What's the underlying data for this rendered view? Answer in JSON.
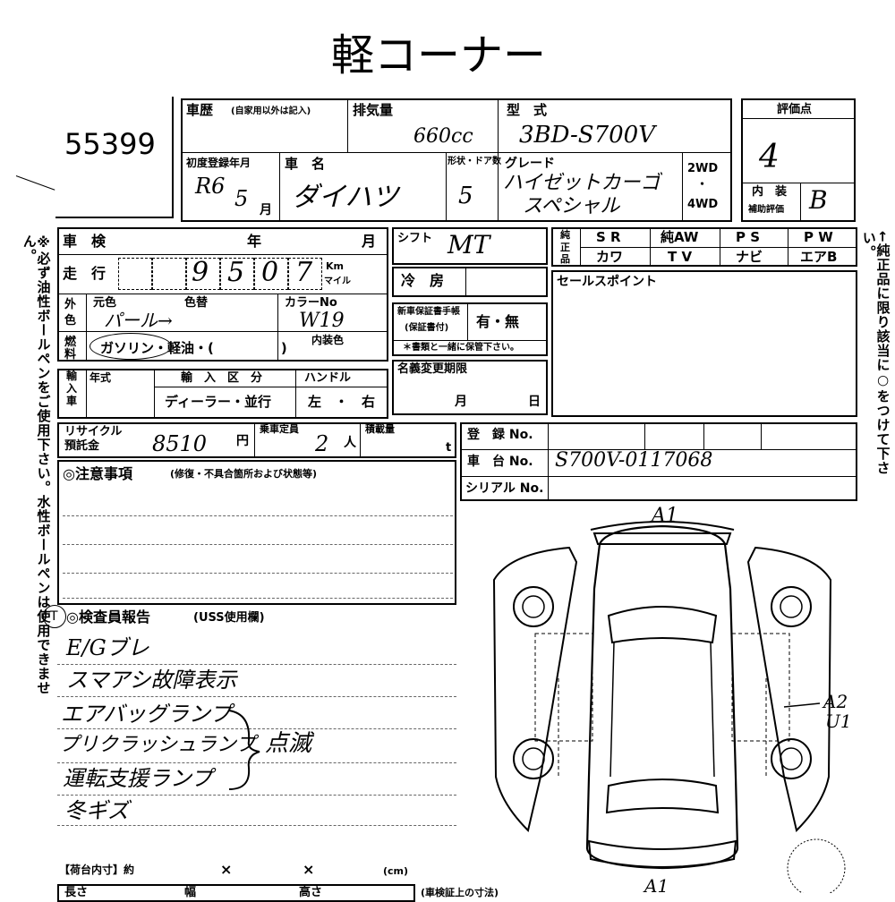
{
  "title": "軽コーナー",
  "lot_number": "55399",
  "header": {
    "history_label": "車歴",
    "history_note": "(自家用以外は記入)",
    "displacement_label": "排気量",
    "displacement_value": "660cc",
    "model_label": "型　式",
    "model_value": "3BD-S700V",
    "score_label": "評価点",
    "score_value": "4",
    "first_reg_label": "初度登録年月",
    "first_reg_era": "R6",
    "first_reg_month": "5",
    "month_unit": "月",
    "car_name_label": "車　名",
    "car_name_value": "ダイハツ",
    "doors_label": "形状・ドア数",
    "doors_value": "5",
    "grade_label": "グレード",
    "grade_value_1": "ハイゼットカーゴ",
    "grade_value_2": "スペシャル",
    "drive_2wd": "2WD",
    "drive_dot": "・",
    "drive_4wd": "4WD",
    "interior_label": "内　装",
    "interior_sub": "補助評価",
    "interior_value": "B"
  },
  "shaken": {
    "label": "車　検",
    "year": "年",
    "month": "月"
  },
  "mileage": {
    "label": "走　行",
    "digits": [
      "",
      "",
      "9",
      "5",
      "0",
      "7"
    ],
    "unit_km": "Km",
    "unit_mile": "マイル"
  },
  "exterior": {
    "label": "外色",
    "orig_label": "元色",
    "repaint_label": "色替",
    "color_value": "パール→",
    "colorno_label": "カラーNo",
    "colorno_value": "W19",
    "int_color_label": "内装色"
  },
  "fuel": {
    "label": "燃料",
    "options": "ガソリン・軽油・(　　　　　)"
  },
  "import": {
    "label": "輸入車",
    "year_label": "年式",
    "type_label": "輸　入　区　分",
    "type_options": "ディーラー・並行"
  },
  "handle": {
    "label": "ハンドル",
    "options": "左　・　右"
  },
  "shift": {
    "label": "シフト",
    "value": "MT"
  },
  "aircon": {
    "label": "冷　房"
  },
  "manual": {
    "label": "新車保証書手帳",
    "sub": "(保証書付)",
    "options": "有・無",
    "note": "＊書類と一緒に保管下さい。"
  },
  "name_change": {
    "label": "名義変更期限",
    "month": "月",
    "day": "日"
  },
  "equipment": {
    "label": "純正品",
    "row1": [
      "S R",
      "純AW",
      "P S",
      "P W"
    ],
    "row2": [
      "カワ",
      "T V",
      "ナビ",
      "エアB"
    ]
  },
  "sales_point": {
    "label": "セールスポイント"
  },
  "recycle": {
    "label1": "リサイクル",
    "label2": "預託金",
    "value": "8510",
    "unit": "円"
  },
  "capacity": {
    "label": "乗車定員",
    "value": "2",
    "unit": "人"
  },
  "load": {
    "label": "積載量",
    "unit": "t"
  },
  "registration": {
    "reg_label": "登　録 No.",
    "chassis_label": "車　台 No.",
    "chassis_value": "S700V-0117068",
    "serial_label": "シリアル No."
  },
  "notes": {
    "label": "◎注意事項",
    "sub": "(修復・不具合箇所および状態等)"
  },
  "inspector": {
    "label": "◎検査員報告",
    "sub": "(USS使用欄)",
    "mark": "T",
    "lines": [
      "E/Gブレ",
      "スマアシ故障表示",
      "エアバッグランプ",
      "プリクラッシュランプ",
      "運転支援ランプ",
      "冬ギズ"
    ],
    "blink": "点滅"
  },
  "side_note_left": "※必ず油性ボールペンをご使用下さい。水性ボールペンは使用できません。",
  "side_note_right": "←純正品に限り該当に○をつけて下さい。",
  "bed": {
    "label": "【荷台内寸】約",
    "x1": "×",
    "x2": "×",
    "unit": "(cm)"
  },
  "diagram": {
    "a1_top": "A1",
    "a2": "A2",
    "u1": "U1",
    "a1_bottom": "A1"
  },
  "bottom": {
    "len": "長さ",
    "width": "幅",
    "height": "高さ",
    "note": "(車検証上の寸法)"
  }
}
